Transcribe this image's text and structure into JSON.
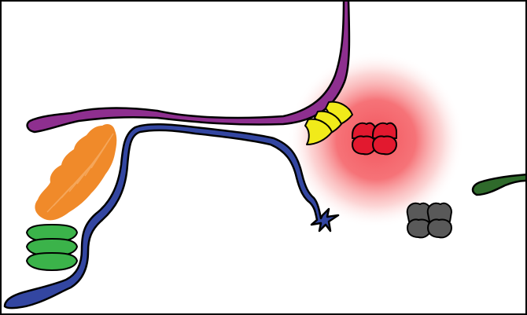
{
  "figure": {
    "background": "#ffffff",
    "border_color": "#000000",
    "elements": [
      {
        "name": "purple-curved-strand-icon",
        "color": "#8e2f8f"
      },
      {
        "name": "blue-wavy-strand-icon",
        "color": "#3346a1"
      },
      {
        "name": "dark-green-strand-stub-icon",
        "color": "#2f6a2b"
      },
      {
        "name": "red-glow-halo",
        "color": "#f26a6a"
      },
      {
        "name": "red-cluster-icon",
        "color": "#e2192f",
        "count": 4
      },
      {
        "name": "yellow-crescent-group-icon",
        "color": "#f1ea1a",
        "count": 3
      },
      {
        "name": "gray-cluster-icon",
        "color": "#595959",
        "count": 4
      },
      {
        "name": "orange-feathery-cluster-icon",
        "color": "#f08a2a"
      },
      {
        "name": "green-stacked-discs-icon",
        "color": "#3bb34a",
        "count": 3
      }
    ]
  }
}
